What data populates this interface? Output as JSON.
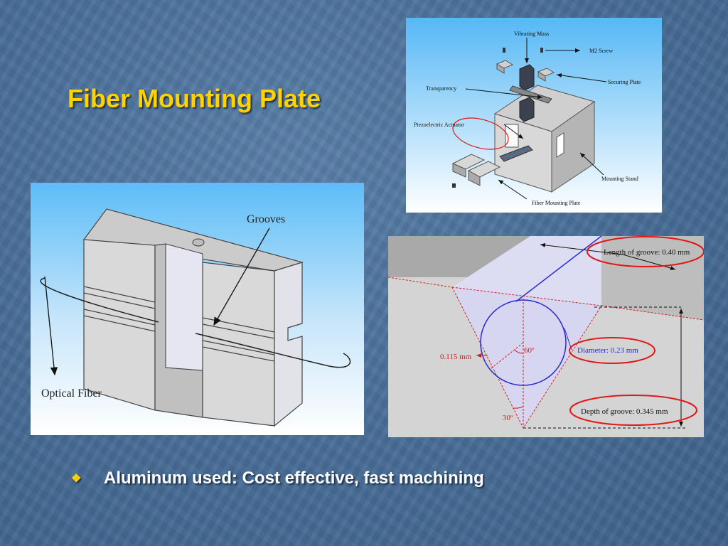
{
  "slide": {
    "title": "Fiber Mounting Plate",
    "bullet_icon": "diamond-bullet-icon",
    "bullet_text": "Aluminum used: Cost effective, fast machining"
  },
  "exploded_view": {
    "labels": {
      "vibrating_mass": "Vibrating Mass",
      "m2_screw": "M2 Screw",
      "securing_plate": "Securing Plate",
      "transparency": "Transparency",
      "piezo": "Piezoelectric Actuator",
      "mounting_stand": "Mounting Stand",
      "fiber_mounting_plate": "Fiber Mounting Plate"
    }
  },
  "plate_view": {
    "labels": {
      "grooves": "Grooves",
      "optical_fiber": "Optical Fiber"
    }
  },
  "groove_diagram": {
    "labels": {
      "length": "Length of groove: 0.40 mm",
      "diameter": "Diameter: 0.23 mm",
      "depth": "Depth of groove: 0.345 mm",
      "offset": "0.115 mm",
      "angle_60": "60º",
      "angle_30": "30º"
    }
  },
  "colors": {
    "title": "#ffd200",
    "panel_bg_blue": "#5bbcf6",
    "highlight_red": "#e01818",
    "circle_blue": "#2a2ad0"
  }
}
